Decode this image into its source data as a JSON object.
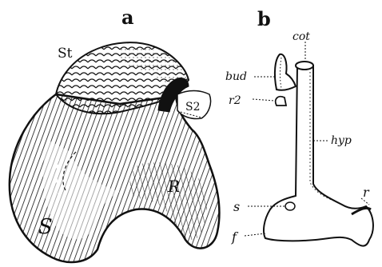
{
  "figure": {
    "panels": [
      {
        "letter": "a",
        "labels": {
          "st": "St",
          "s2": "S2",
          "r": "R",
          "s": "S"
        }
      },
      {
        "letter": "b",
        "labels": {
          "cot": "cot",
          "bud": "bud",
          "r2": "r2",
          "hyp": "hyp",
          "s": "s",
          "r": "r",
          "f": "f"
        }
      }
    ],
    "colors": {
      "ink": "#111111",
      "paper": "#ffffff"
    }
  }
}
